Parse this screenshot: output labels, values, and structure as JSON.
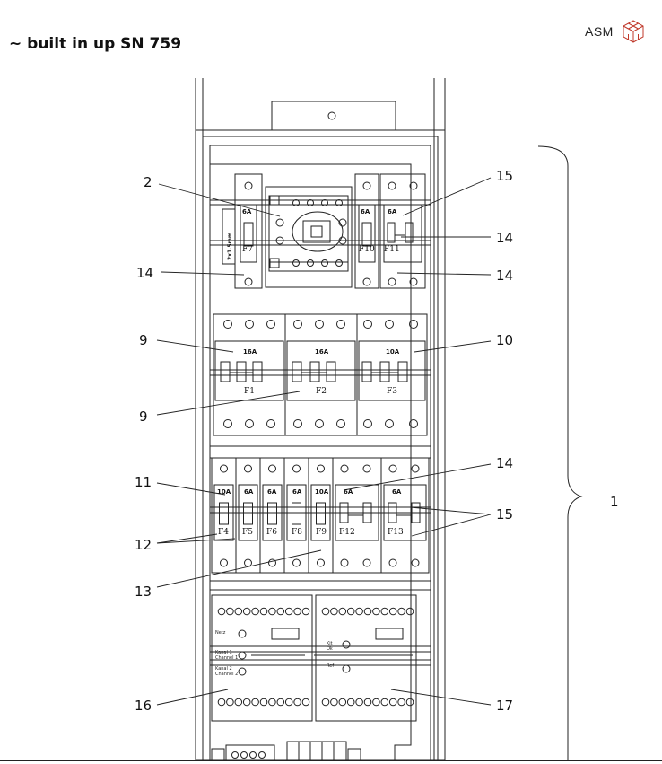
{
  "header": {
    "title": "~ built in up SN 759",
    "brand": "ASM"
  },
  "icons": {
    "logo": "cube-logo-icon"
  },
  "callouts": [
    "2",
    "15",
    "14",
    "14",
    "14",
    "9",
    "10",
    "9",
    "11",
    "14",
    "15",
    "12",
    "13",
    "16",
    "17",
    "1"
  ],
  "fuses": {
    "top": [
      {
        "id": "F7",
        "rating": "6A",
        "side": "2x1.5mm"
      },
      {
        "id": "F10",
        "rating": "6A"
      },
      {
        "id": "F11",
        "rating": "6A"
      }
    ],
    "large": [
      {
        "id": "F1",
        "rating": "16A"
      },
      {
        "id": "F2",
        "rating": "16A"
      },
      {
        "id": "F3",
        "rating": "10A"
      }
    ],
    "bottom": [
      {
        "id": "F4",
        "rating": "10A"
      },
      {
        "id": "F5",
        "rating": "6A"
      },
      {
        "id": "F6",
        "rating": "6A"
      },
      {
        "id": "F8",
        "rating": "6A"
      },
      {
        "id": "F9",
        "rating": "10A"
      },
      {
        "id": "F12",
        "rating": "6A"
      },
      {
        "id": "F13",
        "rating": "6A"
      }
    ]
  },
  "relays": {
    "left": {
      "l1": "Netz",
      "l2": "Kanal 1",
      "l3": "Kanal 2",
      "l4": "Channel 1",
      "l5": "Channel 2"
    },
    "right": {
      "l1": "Kit",
      "l2": "Ok",
      "l3": "Ref"
    }
  }
}
